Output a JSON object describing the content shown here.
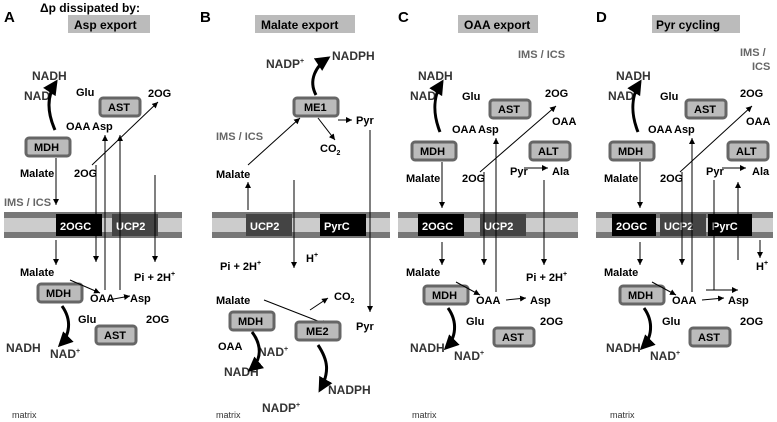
{
  "header": {
    "delta_p": "Δp dissipated by:"
  },
  "panels": [
    {
      "letter": "A",
      "title": "Asp export"
    },
    {
      "letter": "B",
      "title": "Malate export"
    },
    {
      "letter": "C",
      "title": "OAA export"
    },
    {
      "letter": "D",
      "title": "Pyr cycling"
    }
  ],
  "compartments": {
    "ims": "IMS / ICS",
    "matrix": "matrix"
  },
  "enzymes": {
    "mdh": "MDH",
    "ast": "AST",
    "alt": "ALT",
    "me1": "ME1",
    "me2": "ME2"
  },
  "carriers": {
    "ogc": "2OGC",
    "ucp2": "UCP2",
    "pyrc": "PyrC"
  },
  "metabolites": {
    "nadh": "NADH",
    "nad": "NAD",
    "glu": "Glu",
    "og": "2OG",
    "oaa": "OAA",
    "asp": "Asp",
    "malate": "Malate",
    "pyr": "Pyr",
    "ala": "Ala",
    "nadp": "NADP",
    "nadph": "NADPH",
    "co2": "CO",
    "co2_sub": "2",
    "pi": "Pi + 2H",
    "h": "H",
    "plus": "+"
  }
}
